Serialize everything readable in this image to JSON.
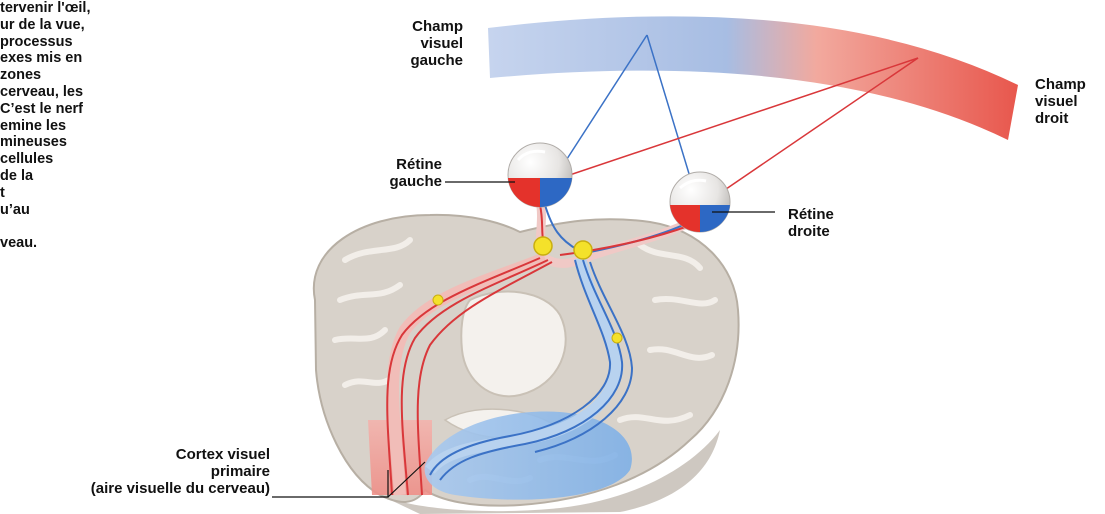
{
  "intro_lines": [
    "tervenir l'œil,",
    "ur de la vue,",
    " processus",
    "exes mis en",
    "zones",
    " cerveau, les",
    "C’est le nerf",
    "emine les",
    "mineuses",
    "cellules",
    "de la",
    "t",
    "u’au",
    "",
    "veau."
  ],
  "labels": {
    "champ_gauche": [
      "Champ",
      "visuel",
      "gauche"
    ],
    "champ_droit": [
      "Champ",
      "visuel",
      "droit"
    ],
    "retine_gauche": [
      "Rétine",
      "gauche"
    ],
    "retine_droite": [
      "Rétine",
      "droite"
    ],
    "cortex": [
      "Cortex visuel",
      "primaire",
      "(aire visuelle du cerveau)"
    ]
  },
  "colors": {
    "left_field_blue": "#9fb8e0",
    "right_field_red": "#ee6a62",
    "pathway_red": "#d9373a",
    "pathway_blue": "#3b72c6",
    "brain_tissue": "#d8d2ca",
    "synapse_yellow": "#f4e12a"
  }
}
